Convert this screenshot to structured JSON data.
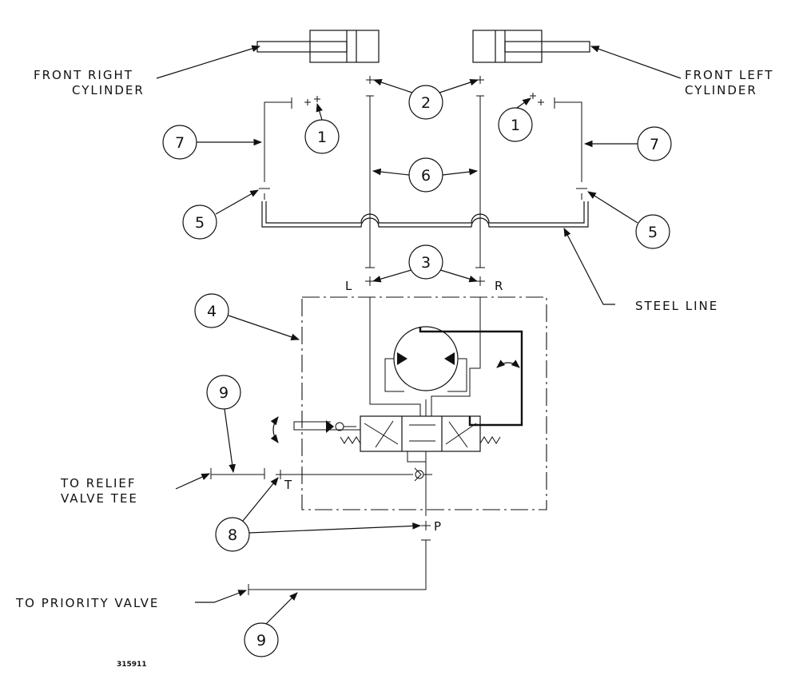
{
  "labels": {
    "front_right_cylinder": [
      "FRONT RIGHT",
      "CYLINDER"
    ],
    "front_left_cylinder": [
      "FRONT LEFT",
      "CYLINDER"
    ],
    "steel_line": "STEEL LINE",
    "to_relief_valve_tee": [
      "TO RELIEF",
      "VALVE TEE"
    ],
    "to_priority_valve": "TO PRIORITY VALVE"
  },
  "ports": {
    "left": "L",
    "right": "R",
    "tank": "T",
    "pressure": "P"
  },
  "callouts": {
    "c1_right": "1",
    "c1_left": "1",
    "c2": "2",
    "c3": "3",
    "c4": "4",
    "c5_left": "5",
    "c5_right": "5",
    "c6": "6",
    "c7_left": "7",
    "c7_right": "7",
    "c8": "8",
    "c9_top": "9",
    "c9_bottom": "9"
  },
  "figure_number": "315911"
}
